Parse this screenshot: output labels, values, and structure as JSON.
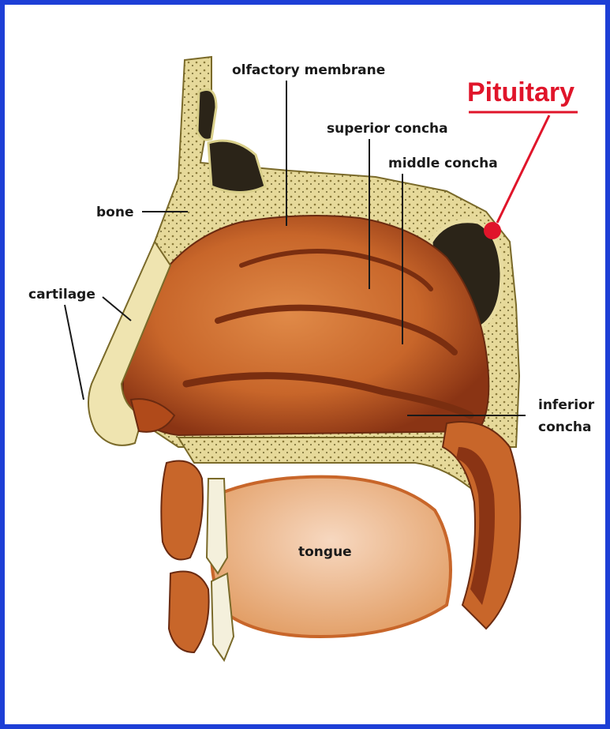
{
  "labels": {
    "olfactory_membrane": "olfactory membrane",
    "superior_concha": "superior concha",
    "middle_concha": "middle concha",
    "pituitary": "Pituitary",
    "bone": "bone",
    "cartilage": "cartilage",
    "inferior_concha_line1": "inferior",
    "inferior_concha_line2": "concha",
    "tongue": "tongue"
  },
  "colors": {
    "frame_border": "#1d3fd6",
    "pituitary_accent": "#e0152a",
    "bone": "#e8dca0",
    "bone_speckle": "#8a7a3a",
    "tissue": "#c8662a",
    "tissue_dark": "#8a3414",
    "cavity": "#2b2418",
    "label_line": "#1a1a1a"
  }
}
